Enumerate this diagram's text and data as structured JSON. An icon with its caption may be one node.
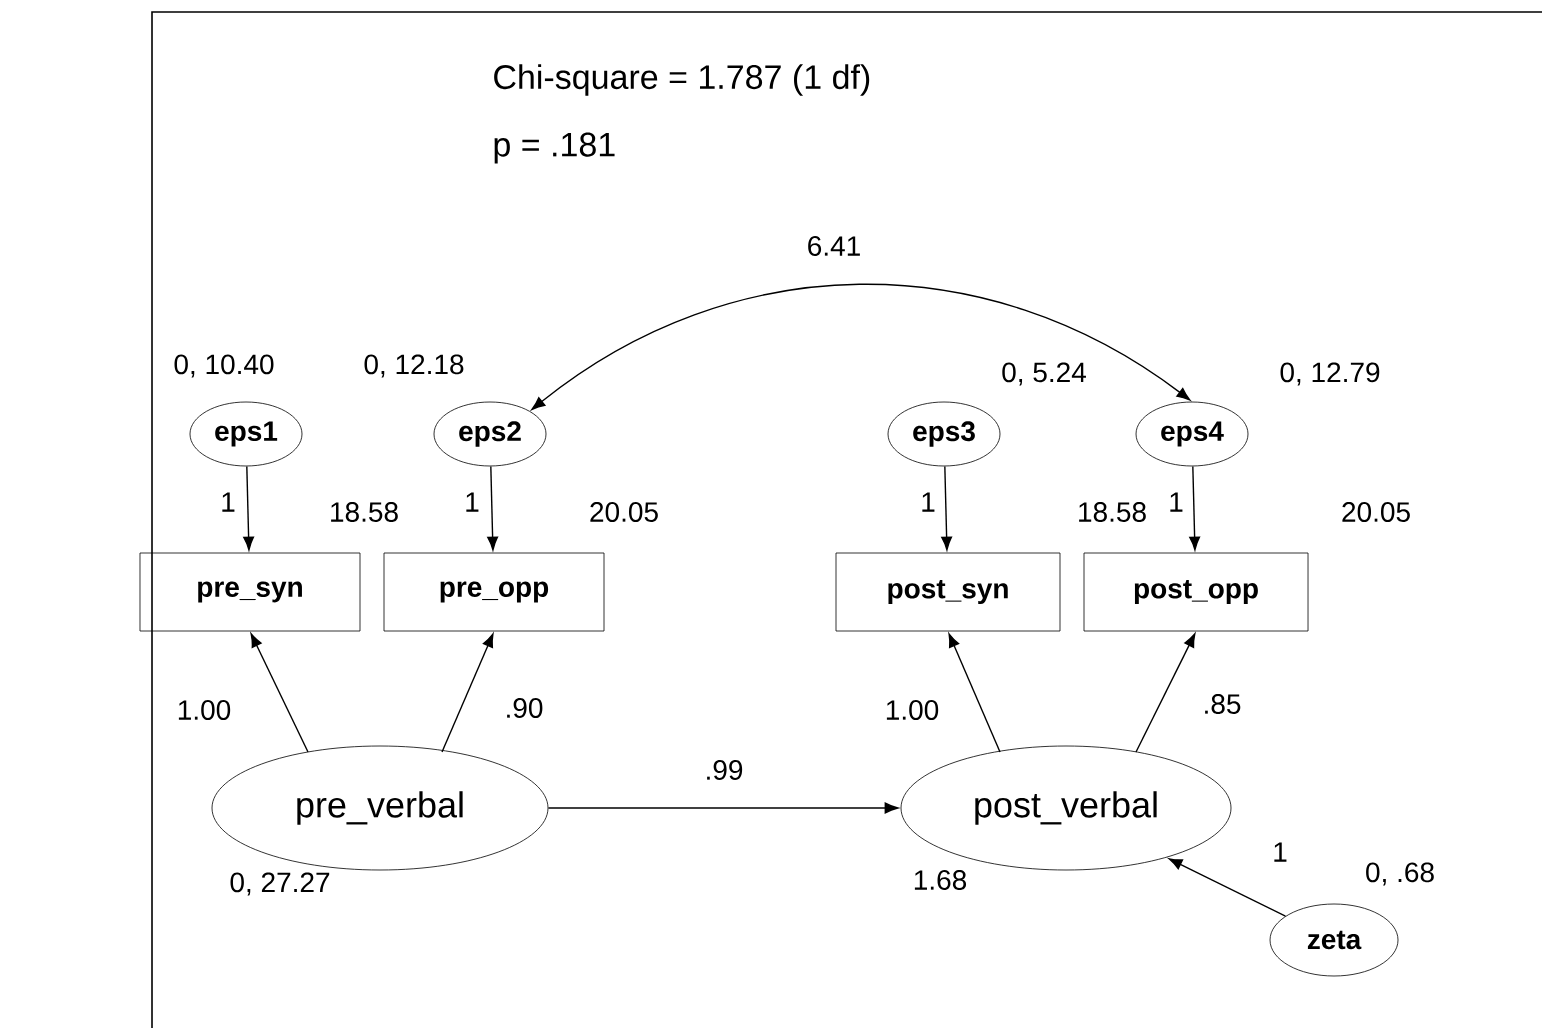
{
  "diagram": {
    "title": "Chi-square = 1.787 (1 df)",
    "nodes": [
      {
        "text": [
          "eps1"
        ],
        "beside": [
          "0, 10.40"
        ]
      },
      {
        "text": [
          "eps2"
        ],
        "beside": [
          "0, 12.18"
        ]
      },
      {
        "text": [
          "eps3"
        ],
        "beside": [
          "0, 5.24"
        ]
      },
      {
        "text": [
          "eps4"
        ],
        "beside": [
          "0, 12.79"
        ]
      },
      {
        "text": [
          "pre_syn"
        ],
        "beside": [
          "18.58"
        ]
      },
      {
        "text": [
          "pre_opp"
        ],
        "beside": [
          "20.05"
        ]
      },
      {
        "text": [
          "post_syn"
        ],
        "beside": [
          "18.58"
        ]
      },
      {
        "text": [
          "post_opp"
        ],
        "beside": [
          "20.05"
        ]
      },
      {
        "text": [
          "pre_verbal"
        ],
        "beside": [
          "0, 27.27"
        ]
      },
      {
        "text": [
          "post_verbal"
        ],
        "beside": [
          "1.68"
        ]
      },
      {
        "text": [
          "zeta"
        ],
        "beside": [
          "0, .68"
        ]
      }
    ],
    "edges": [
      {
        "from": 0,
        "to": 4,
        "arrow": "to",
        "label": "1"
      },
      {
        "from": 1,
        "to": 5,
        "arrow": "to",
        "label": "1"
      },
      {
        "from": 2,
        "to": 6,
        "arrow": "to",
        "label": "1"
      },
      {
        "from": 3,
        "to": 7,
        "arrow": "to",
        "label": "1"
      },
      {
        "from": 8,
        "to": 4,
        "arrow": "to",
        "label": "1.00"
      },
      {
        "from": 8,
        "to": 5,
        "arrow": "to",
        "label": ".90"
      },
      {
        "from": 9,
        "to": 6,
        "arrow": "to",
        "label": "1.00"
      },
      {
        "from": 9,
        "to": 7,
        "arrow": "to",
        "label": ".85"
      },
      {
        "from": 8,
        "to": 9,
        "arrow": "to",
        "label": ".99"
      },
      {
        "from": 10,
        "to": 9,
        "arrow": "to",
        "label": "1"
      },
      {
        "from": 1,
        "to": 3,
        "arrow": "both",
        "label": "6.41"
      }
    ],
    "labels": [
      "p = .181"
    ]
  }
}
